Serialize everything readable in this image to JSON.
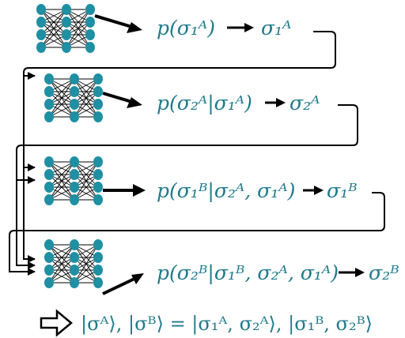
{
  "colors": {
    "node": "#1f8fa3",
    "text": "#1f7a8c",
    "edge": "#000000"
  },
  "rows": [
    {
      "prob": "p(σ₁ᴬ)",
      "sample": "σ₁ᴬ"
    },
    {
      "prob": "p(σ₂ᴬ|σ₁ᴬ)",
      "sample": "σ₂ᴬ"
    },
    {
      "prob": "p(σ₁ᴮ|σ₂ᴬ, σ₁ᴬ)",
      "sample": "σ₁ᴮ"
    },
    {
      "prob": "p(σ₂ᴮ|σ₁ᴮ, σ₂ᴬ, σ₁ᴬ)",
      "sample": "σ₂ᴮ"
    }
  ],
  "result": {
    "icon": "hollow-right-arrow-icon",
    "text": "|σᴬ⟩, |σᴮ⟩ = |σ₁ᴬ, σ₂ᴬ⟩, |σ₁ᴮ, σ₂ᴮ⟩"
  }
}
